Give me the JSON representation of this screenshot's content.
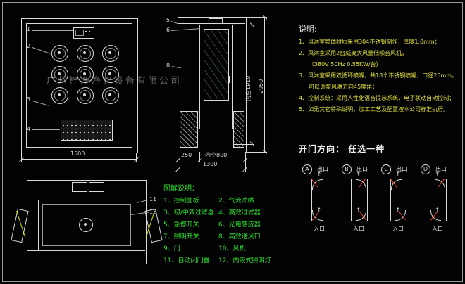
{
  "watermark": "广州梓净净化设备有限公司",
  "front_view": {
    "callout_1": "1",
    "callout_2": "2",
    "callout_3": "3",
    "callout_4": "4",
    "dim_width": "1500"
  },
  "side_view": {
    "callout_5": "5",
    "callout_6": "6",
    "callout_8": "8",
    "dim_inner_height": "内空1910",
    "dim_total_height": "2050",
    "dim_left": "250",
    "dim_opening": "内空800",
    "dim_total_width": "1300"
  },
  "notes": {
    "title": "说明:",
    "lines": [
      "1、风淋室整体材质采用304不锈钢制作，厚度1.0mm；",
      "2、风淋室采用2台威奥大风量低噪音风机，",
      "（380V 50Hz 0.55KW/台）",
      "3、风淋室采用双循环喷嘴，共18个不锈钢喷嘴，口径25mm，",
      "可以调整风淋方向45度角；",
      "4、控制系统：采用人性化语音提示系统，电子联动自动控制；",
      "5、如无其它特殊说明，加工工艺及配置按本公司标准执行。"
    ]
  },
  "door_direction": {
    "title": "开门方向： 任选一种",
    "arrow": "↑",
    "options": [
      {
        "letter": "A",
        "exit": "出口",
        "enter": "入口"
      },
      {
        "letter": "B",
        "exit": "出口",
        "enter": "入口"
      },
      {
        "letter": "C",
        "exit": "出口",
        "enter": "入口"
      },
      {
        "letter": "D",
        "exit": "出口",
        "enter": "入口"
      }
    ]
  },
  "plan_view": {
    "callout_11": "11",
    "callout_12": "12"
  },
  "legend": {
    "title": "图解说明：",
    "col1": [
      "1、控制面板",
      "3、初/中效过滤器",
      "5、急停开关",
      "7、照明开关",
      "9、门",
      "11、自动闭门器"
    ],
    "col2": [
      "2、气流喷嘴",
      "4、高效过滤器",
      "6、光电感应器",
      "8、高效送风口",
      "10、风机",
      "12、内嵌式照明灯"
    ]
  },
  "colors": {
    "background": "#020202",
    "line": "#d9d9d9",
    "notes_text": "#e0e040",
    "legend_text": "#30e030",
    "leaf_red": "#ff4438",
    "door_yellow": "#e8e800"
  }
}
